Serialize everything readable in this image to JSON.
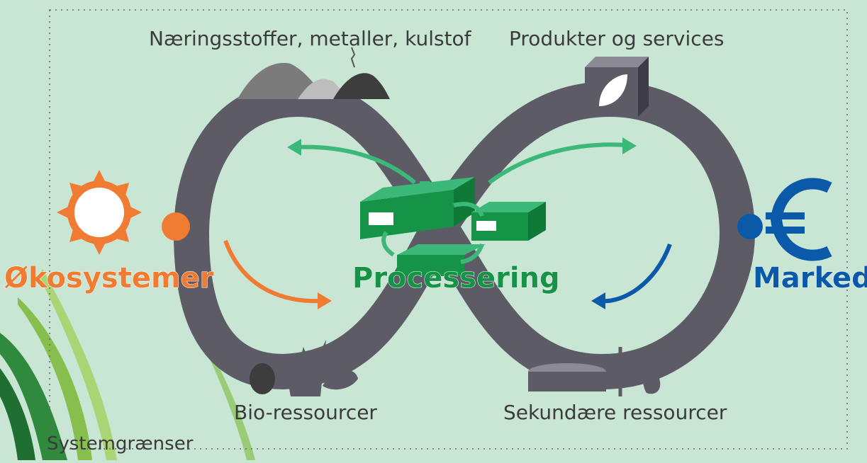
{
  "labels": {
    "top_left": "Næringsstoffer, metaller, kulstof",
    "top_right": "Produkter og services",
    "bottom_left": "Bio-ressourcer",
    "bottom_right": "Sekundære ressourcer",
    "boundary": "Systemgrænser"
  },
  "nodes": {
    "left": "Økosystemer",
    "center": "Processering",
    "right": "Marked"
  },
  "icons": {
    "left": "sun-icon",
    "right": "euro-icon",
    "top_left": "soil-piles-icon",
    "top_right": "product-box-leaf-icon",
    "bottom_left": "beetle-grass-fish-icon",
    "bottom_right": "tank-fishbone-apple-icon",
    "center": "factories-icon"
  },
  "colors": {
    "background": "#c9e6d4",
    "loop": "#5c5b66",
    "ecosystem": "#f07c33",
    "processing": "#159447",
    "market": "#0a5aa9",
    "flow_green": "#3cb878"
  }
}
